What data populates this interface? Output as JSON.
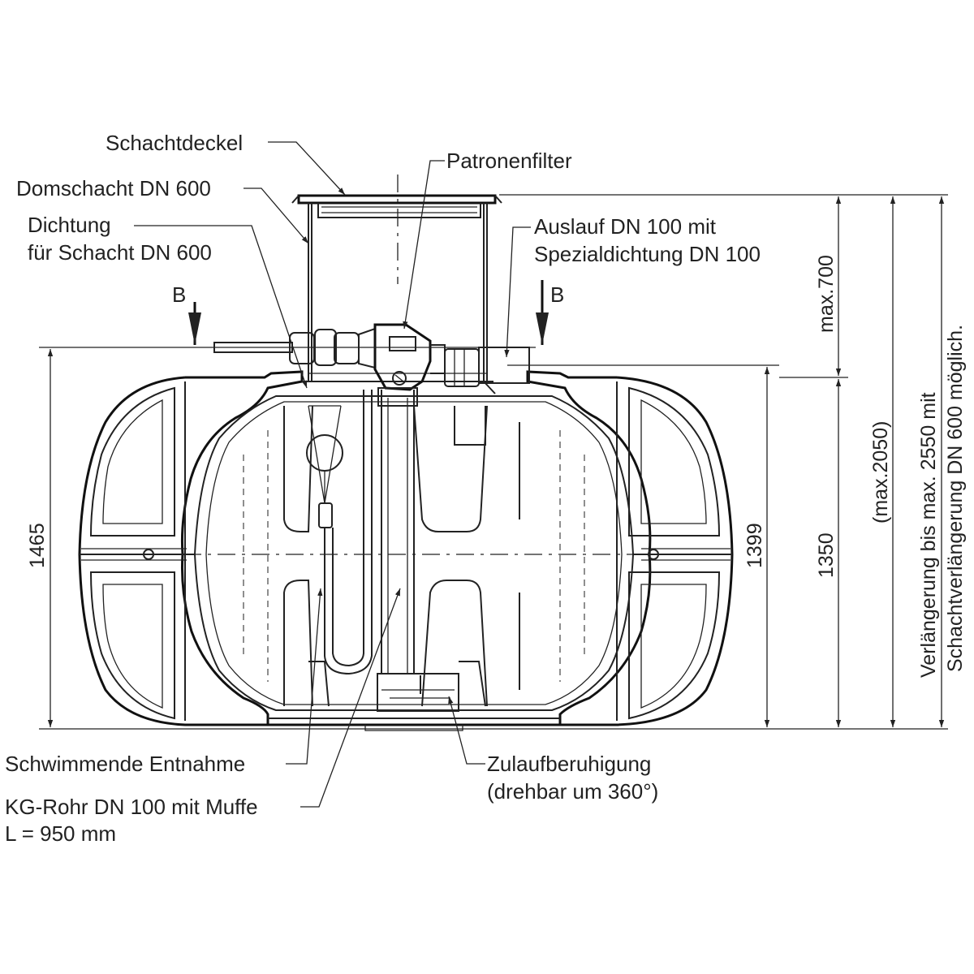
{
  "labels": {
    "schachtdeckel": "Schachtdeckel",
    "domschacht": "Domschacht DN 600",
    "dichtung_1": "Dichtung",
    "dichtung_2": "für Schacht DN 600",
    "patronenfilter": "Patronenfilter",
    "auslauf_1": "Auslauf DN 100 mit",
    "auslauf_2": "Spezialdichtung DN 100",
    "section_left": "B",
    "section_right": "B",
    "schwimmende": "Schwimmende Entnahme",
    "kg_rohr_1": "KG-Rohr DN 100 mit Muffe",
    "kg_rohr_2": "L =  950 mm",
    "zulauf_1": "Zulaufberuhigung",
    "zulauf_2": "(drehbar um 360°)"
  },
  "dimensions": {
    "d1465": "1465",
    "d1399": "1399",
    "d1350": "1350",
    "dmax700": "max.700",
    "dmax2050": "(max.2050)",
    "verl_1": "Verlängerung bis max. 2550 mit",
    "verl_2": "Schachtverlängerung DN 600 möglich."
  }
}
